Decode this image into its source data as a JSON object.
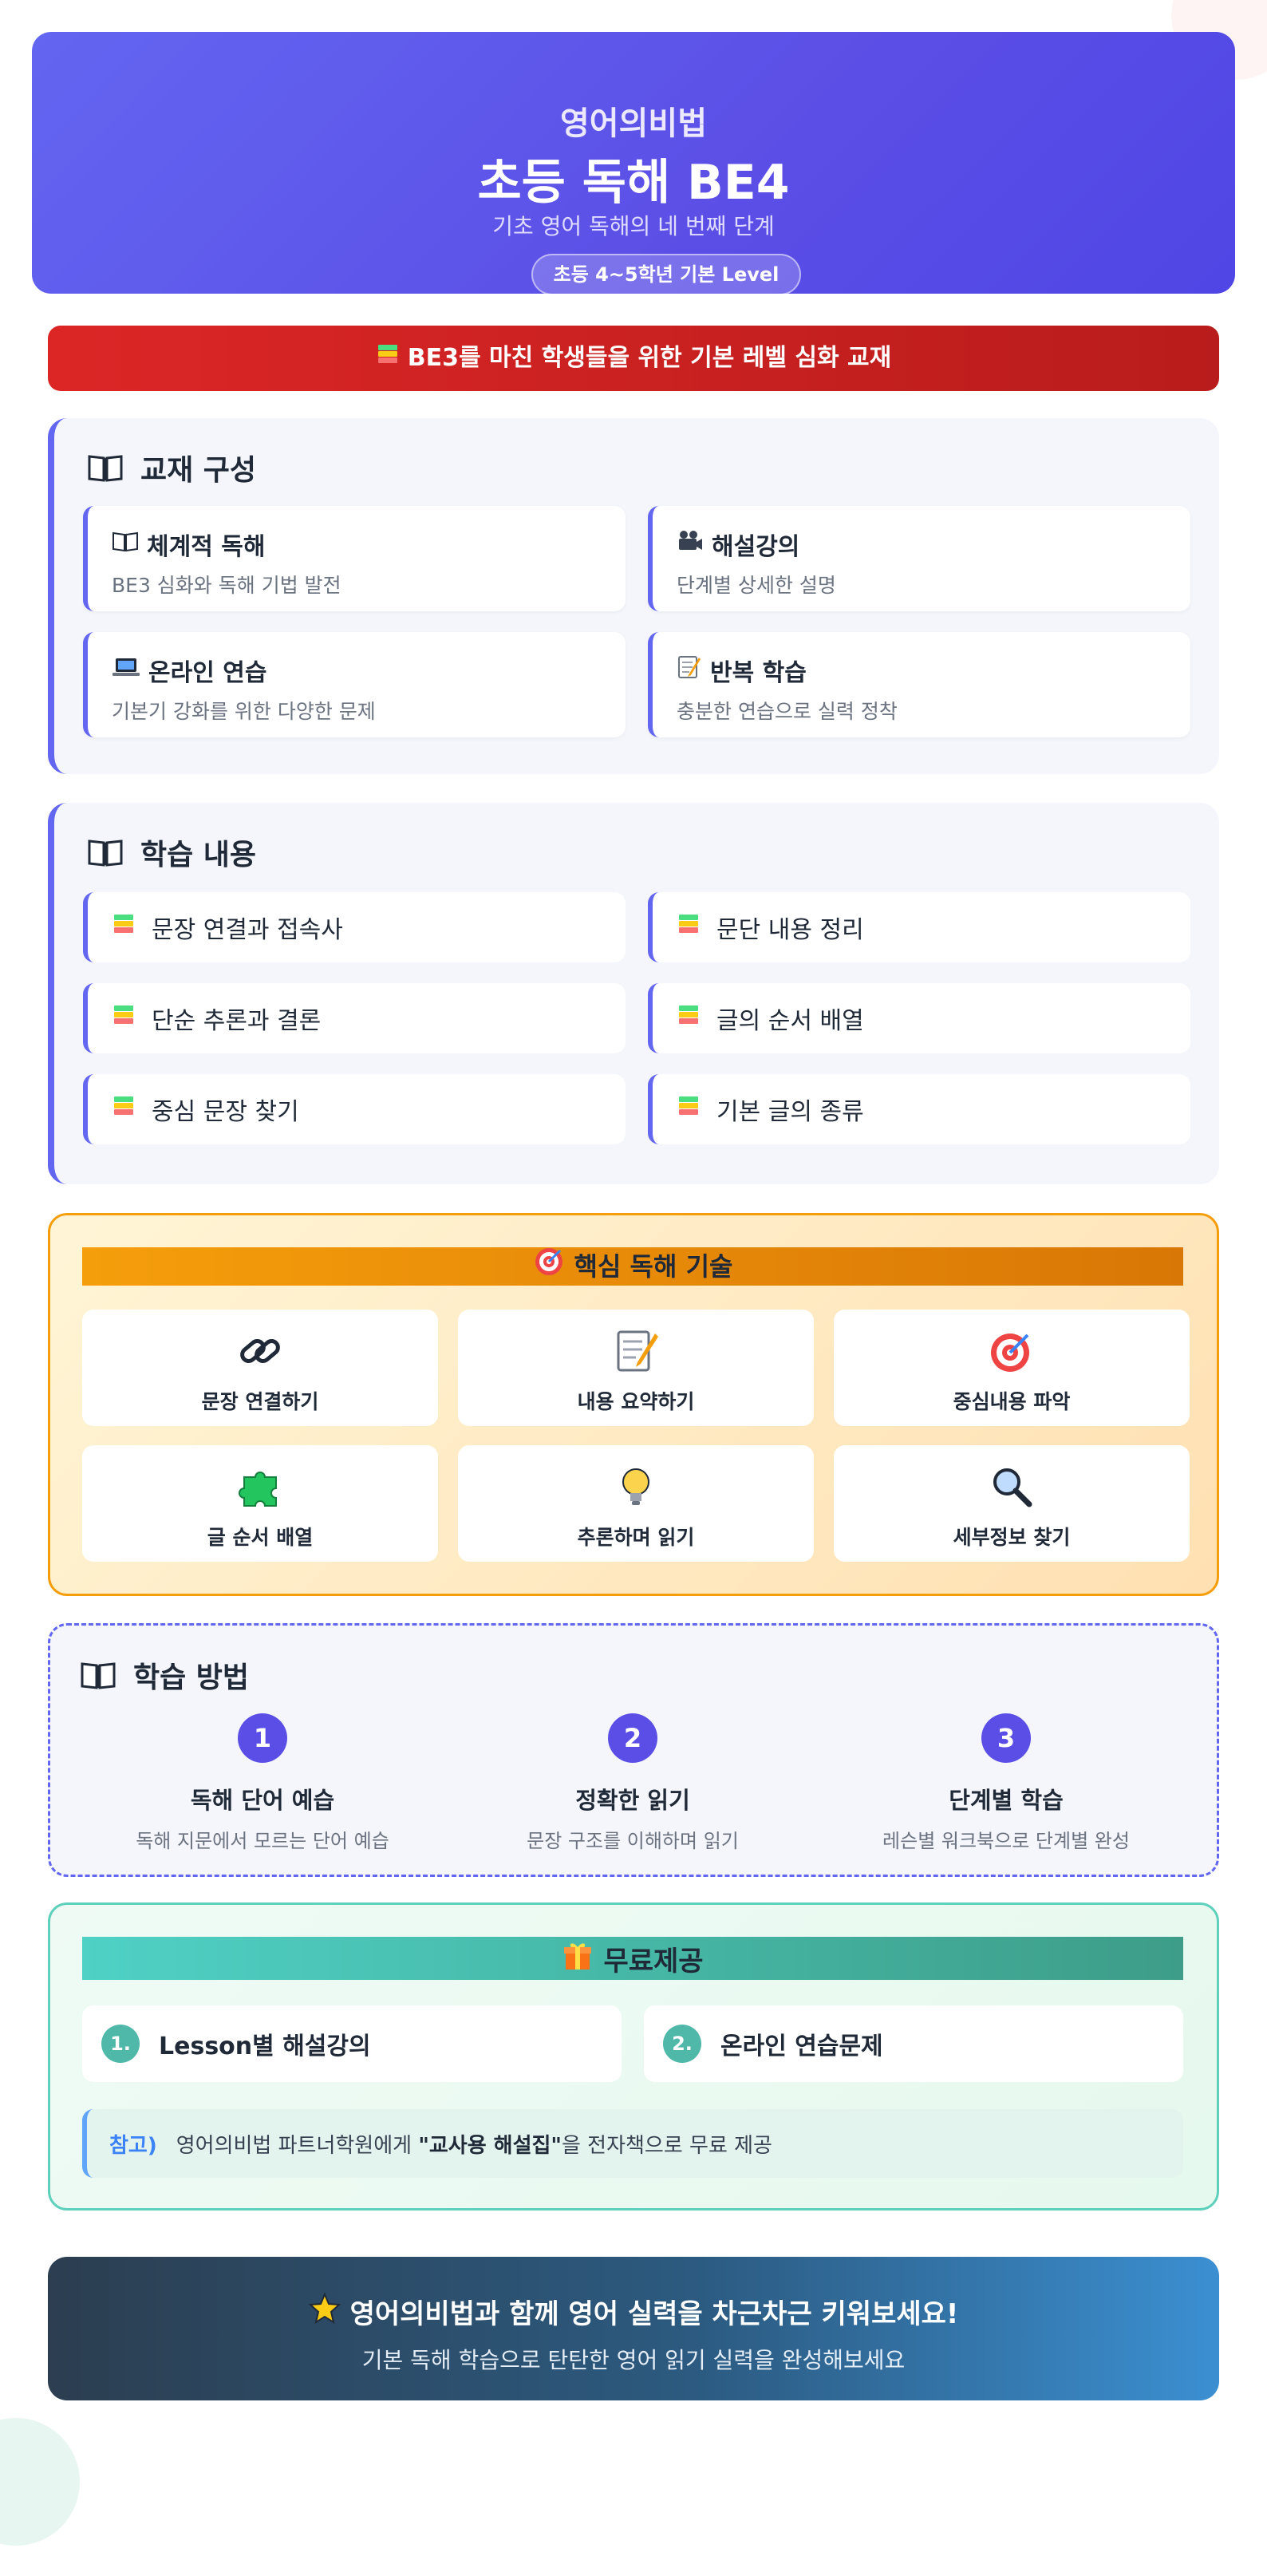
{
  "header": {
    "brand": "영어의비법",
    "title": "초등 독해 BE4",
    "subtitle": "기초 영어 독해의 네 번째 단계",
    "level_badge": "초등 4~5학년 기본 Level"
  },
  "banner": {
    "text": "BE3를 마친 학생들을 위한 기본 레벨 심화 교재",
    "icon": "books-icon"
  },
  "composition": {
    "title": "교재 구성",
    "cards": [
      {
        "title": "체계적 독해",
        "desc": "BE3 심화와 독해 기법 발전",
        "icon": "book-icon"
      },
      {
        "title": "해설강의",
        "desc": "단계별 상세한 설명",
        "icon": "video-camera-icon"
      },
      {
        "title": "온라인 연습",
        "desc": "기본기 강화를 위한 다양한 문제",
        "icon": "laptop-icon"
      },
      {
        "title": "반복 학습",
        "desc": "충분한 연습으로 실력 정착",
        "icon": "memo-icon"
      }
    ]
  },
  "content": {
    "title": "학습 내용",
    "items": [
      "문장 연결과 접속사",
      "문단 내용 정리",
      "단순 추론과 결론",
      "글의 순서 배열",
      "중심 문장 찾기",
      "기본 글의 종류"
    ]
  },
  "skills": {
    "title": "핵심 독해 기술",
    "items": [
      {
        "label": "문장 연결하기",
        "icon": "link-icon"
      },
      {
        "label": "내용 요약하기",
        "icon": "memo-icon"
      },
      {
        "label": "중심내용 파악",
        "icon": "target-icon"
      },
      {
        "label": "글 순서 배열",
        "icon": "puzzle-icon"
      },
      {
        "label": "추론하며 읽기",
        "icon": "lightbulb-icon"
      },
      {
        "label": "세부정보 찾기",
        "icon": "magnifier-icon"
      }
    ]
  },
  "method": {
    "title": "학습 방법",
    "steps": [
      {
        "num": "1",
        "title": "독해 단어 예습",
        "desc": "독해 지문에서 모르는 단어 예습"
      },
      {
        "num": "2",
        "title": "정확한 읽기",
        "desc": "문장 구조를 이해하며 읽기"
      },
      {
        "num": "3",
        "title": "단계별 학습",
        "desc": "레슨별 워크북으로 단계별 완성"
      }
    ]
  },
  "free": {
    "title": "무료제공",
    "items": [
      {
        "num": "1.",
        "label": "Lesson별 해설강의"
      },
      {
        "num": "2.",
        "label": "온라인 연습문제"
      }
    ],
    "note_label": "참고)",
    "note_pre": "영어의비법 파트너학원에게 ",
    "note_bold": "\"교사용 해설집\"",
    "note_post": "을 전자책으로 무료 제공"
  },
  "footer": {
    "title": "영어의비법과 함께 영어 실력을 차근차근 키워보세요!",
    "subtitle": "기본 독해 학습으로 탄탄한 영어 읽기 실력을 완성해보세요"
  },
  "colors": {
    "accent": "#6366f1",
    "banner": "#dc2626",
    "skills_border": "#f59e0b",
    "free_border": "#5fd0bc"
  }
}
